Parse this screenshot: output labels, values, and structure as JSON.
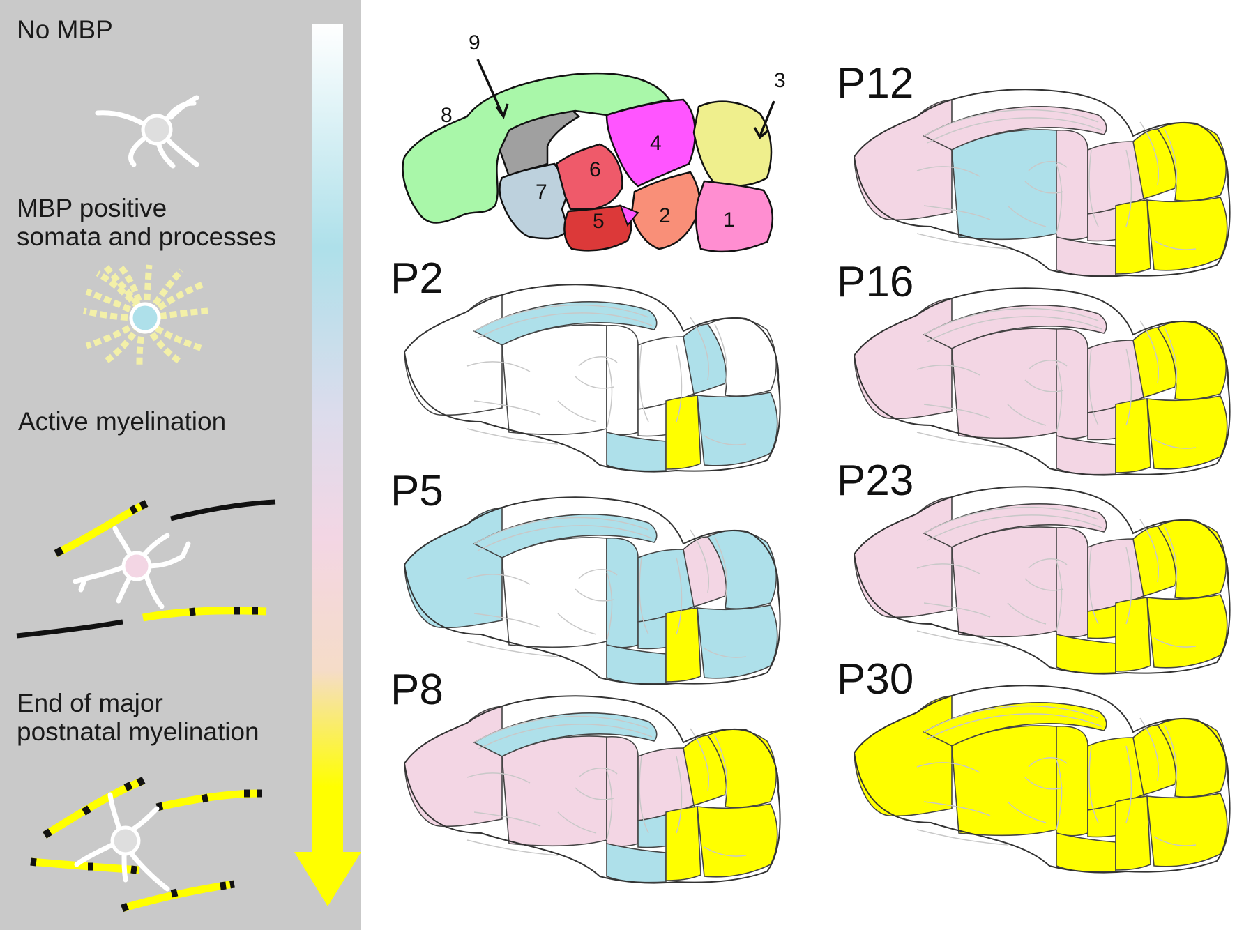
{
  "legend": {
    "stages": [
      {
        "label": "No MBP",
        "color": "#ffffff"
      },
      {
        "label": "MBP positive\nsomata and processes",
        "color": "#aee0ea"
      },
      {
        "label": "Active myelination",
        "color": "#f3d6e4"
      },
      {
        "label": "End of major\npostnatal myelination",
        "color": "#ffff00"
      }
    ],
    "arrow_colors": [
      "#ffffff",
      "#aee0ea",
      "#dcdcec",
      "#f3d6e4",
      "#f5dcc8",
      "#ffff00"
    ]
  },
  "key_map": {
    "regions": [
      {
        "number": "1",
        "color": "#ff8ed1"
      },
      {
        "number": "2",
        "color": "#f98f78"
      },
      {
        "number": "3",
        "color": "#efef8d"
      },
      {
        "number": "4",
        "color": "#ff55ff"
      },
      {
        "number": "5",
        "color": "#dc3939"
      },
      {
        "number": "6",
        "color": "#ef5a6a"
      },
      {
        "number": "7",
        "color": "#bdd1dd"
      },
      {
        "number": "8",
        "color": "#a9f7a9"
      },
      {
        "number": "9",
        "color": "#a0a0a0"
      }
    ]
  },
  "panels": [
    {
      "label": "P2",
      "stages": [
        0,
        1,
        0,
        0,
        0,
        1,
        0,
        1,
        0,
        3,
        1
      ]
    },
    {
      "label": "P5",
      "stages": [
        1,
        1,
        0,
        1,
        1,
        2,
        1,
        1,
        1,
        3,
        1
      ]
    },
    {
      "label": "P8",
      "stages": [
        2,
        1,
        2,
        2,
        2,
        3,
        1,
        1,
        3,
        3,
        3
      ]
    },
    {
      "label": "P12",
      "stages": [
        2,
        2,
        1,
        2,
        2,
        3,
        2,
        2,
        3,
        3,
        3
      ]
    },
    {
      "label": "P16",
      "stages": [
        2,
        2,
        2,
        2,
        2,
        3,
        2,
        2,
        3,
        3,
        3
      ]
    },
    {
      "label": "P23",
      "stages": [
        2,
        2,
        2,
        2,
        2,
        3,
        3,
        3,
        3,
        3,
        3
      ]
    },
    {
      "label": "P30",
      "stages": [
        3,
        3,
        3,
        3,
        3,
        3,
        3,
        3,
        3,
        3,
        3
      ]
    }
  ]
}
